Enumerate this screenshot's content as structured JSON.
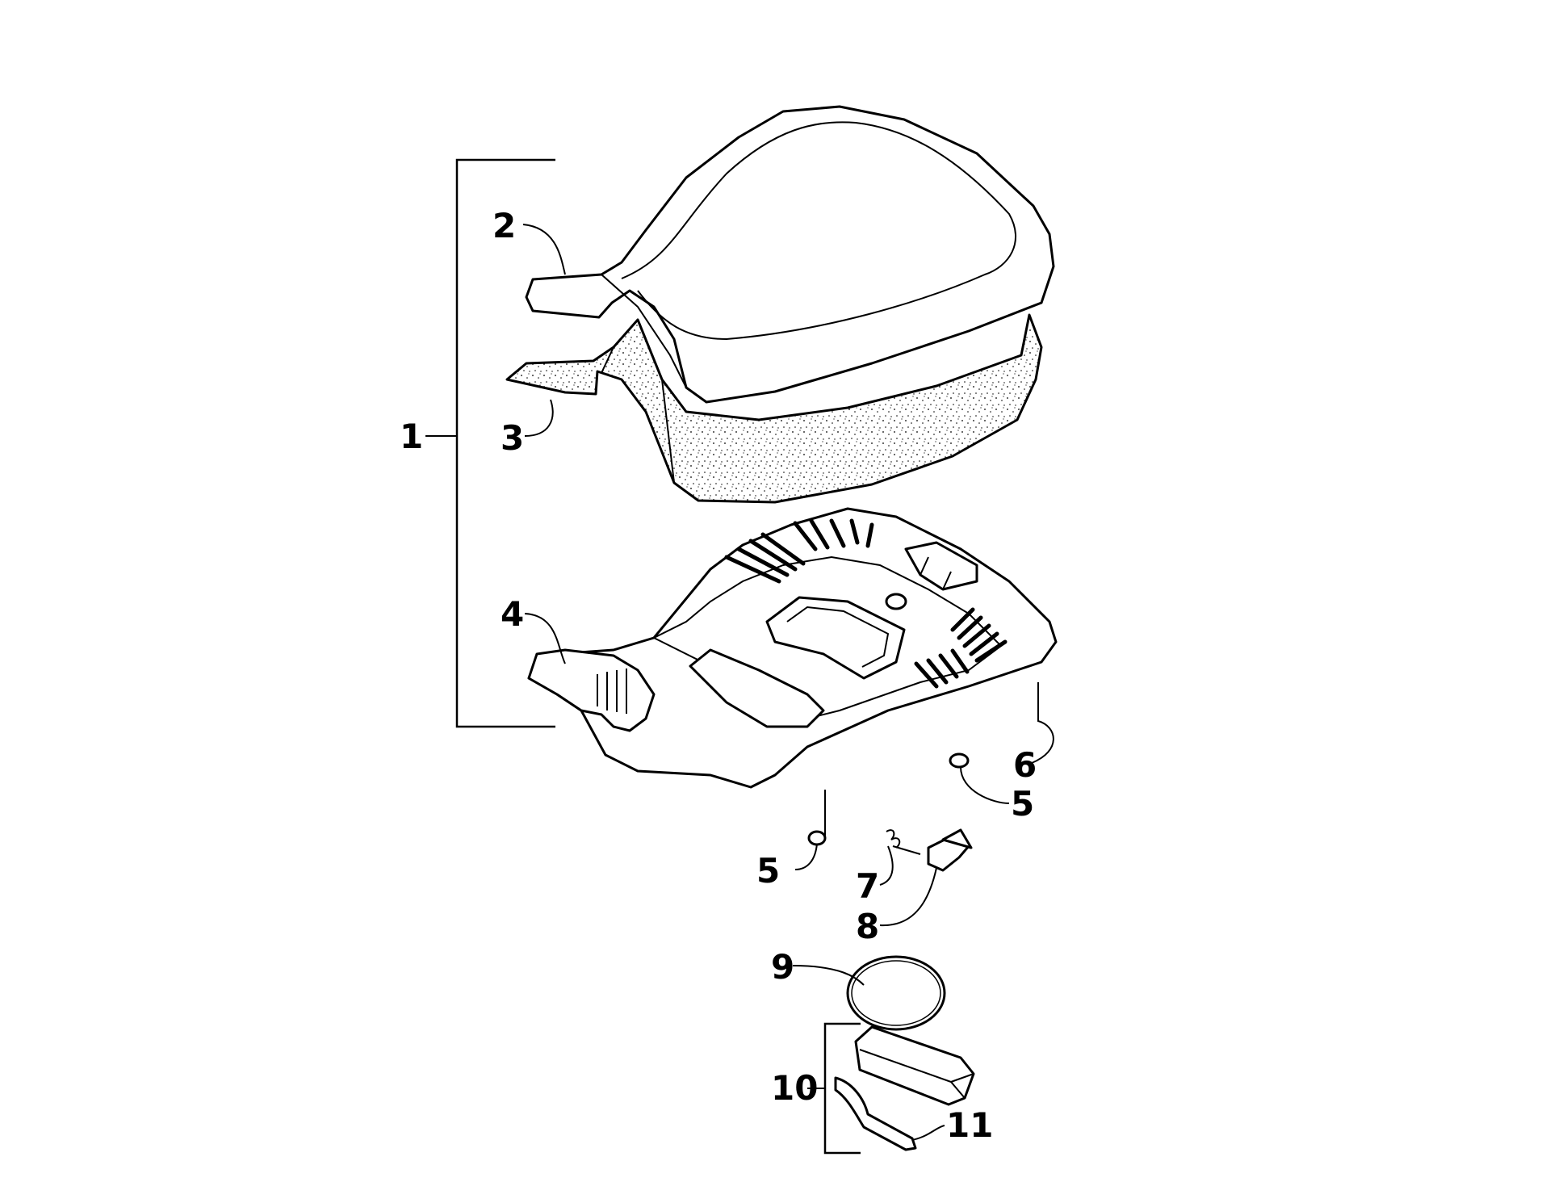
{
  "diagram": {
    "callouts": [
      "1",
      "2",
      "3",
      "4",
      "5",
      "5",
      "6",
      "7",
      "8",
      "9",
      "10",
      "11"
    ]
  }
}
